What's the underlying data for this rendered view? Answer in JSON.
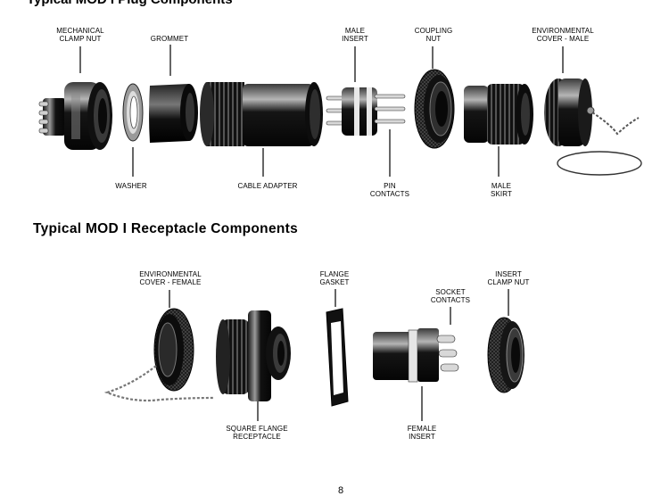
{
  "top_heading_partial": "Typical MOD I Plug Components",
  "plug_labels": {
    "mechanical_clamp_nut": "MECHANICAL\nCLAMP NUT",
    "grommet": "GROMMET",
    "male_insert": "MALE\nINSERT",
    "coupling_nut": "COUPLING\nNUT",
    "environmental_cover_male": "ENVIRONMENTAL\nCOVER - MALE",
    "washer": "WASHER",
    "cable_adapter": "CABLE ADAPTER",
    "pin_contacts": "PIN\nCONTACTS",
    "male_skirt": "MALE\nSKIRT"
  },
  "receptacle_heading": "Typical MOD I Receptacle Components",
  "receptacle_labels": {
    "environmental_cover_female": "ENVIRONMENTAL\nCOVER - FEMALE",
    "flange_gasket": "FLANGE\nGASKET",
    "socket_contacts": "SOCKET\nCONTACTS",
    "insert_clamp_nut": "INSERT\nCLAMP NUT",
    "square_flange_receptacle": "SQUARE FLANGE\nRECEPTACLE",
    "female_insert": "FEMALE\nINSERT"
  },
  "page_number": "8"
}
